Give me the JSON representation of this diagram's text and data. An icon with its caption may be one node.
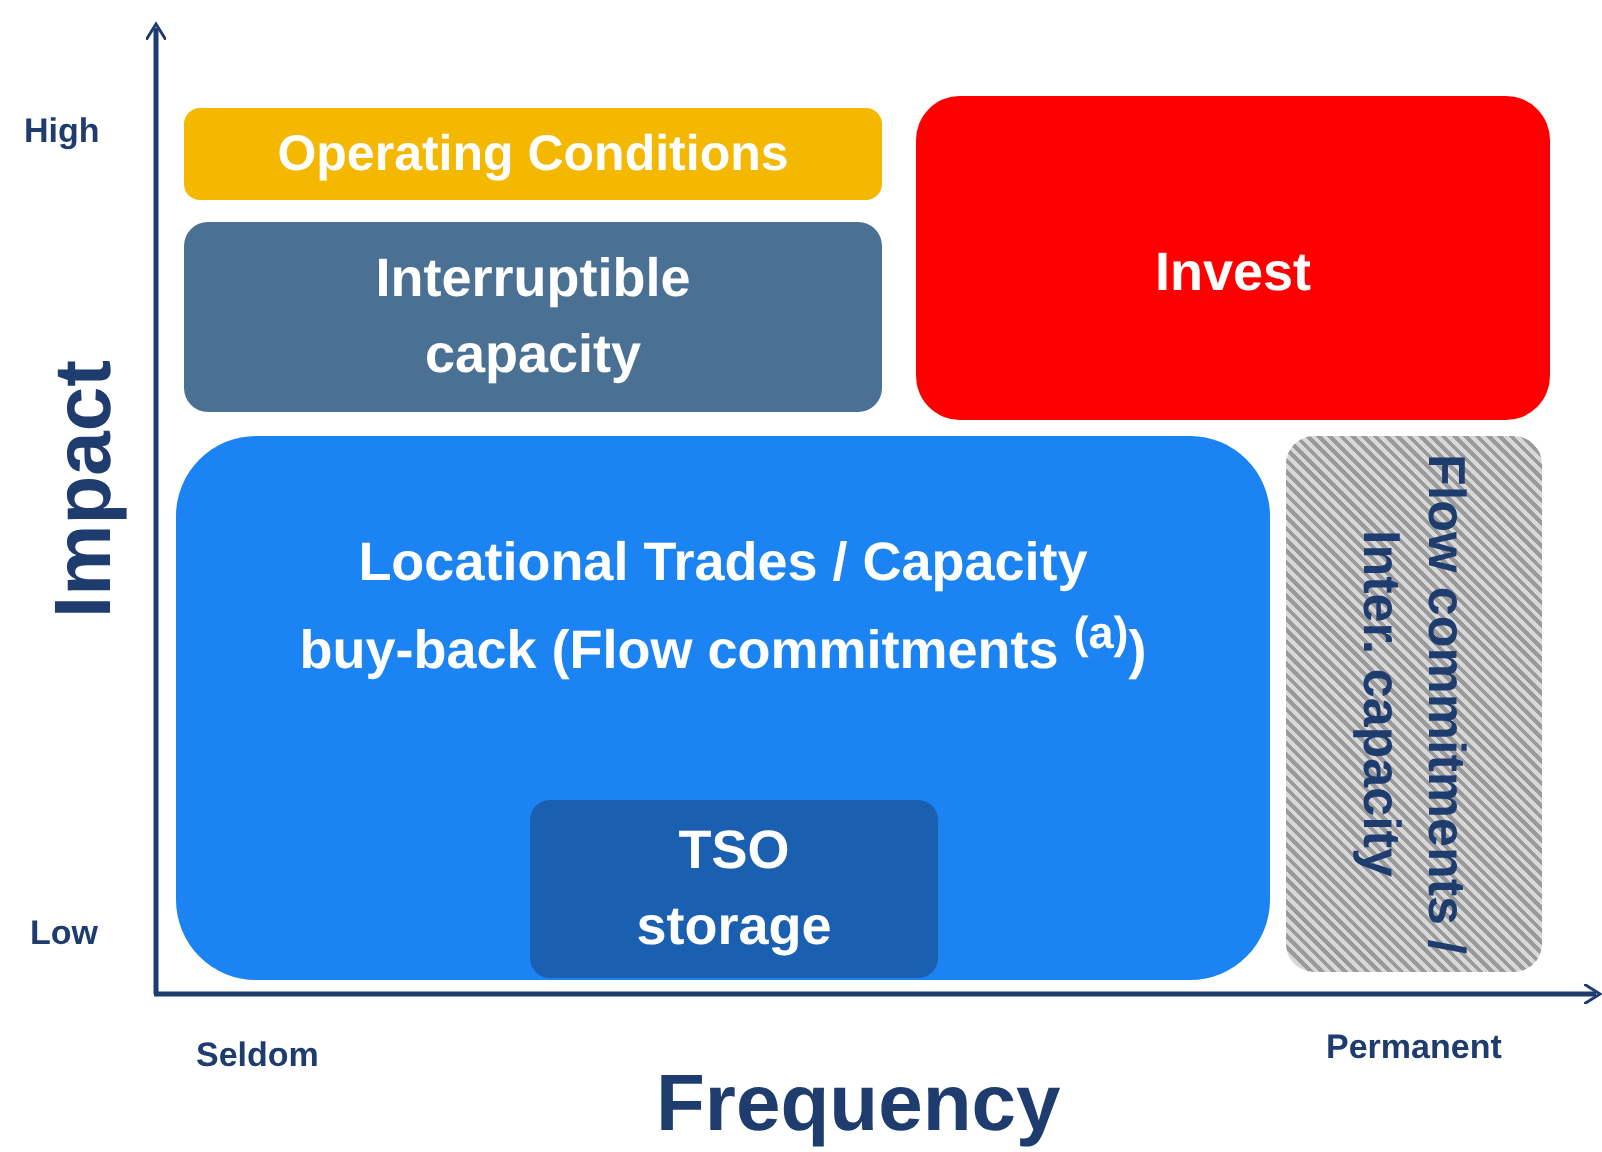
{
  "diagram": {
    "nodes": [
      {
        "text": [
          "Operating Conditions"
        ]
      },
      {
        "text": [
          "Interruptible capacity"
        ]
      },
      {
        "text": [
          "Invest"
        ]
      },
      {
        "text": [
          "Locational  Trades / Capacity buy-back (Flow commitments $^{(a)}$)"
        ]
      },
      {
        "text": [
          "TSO storage"
        ],
        "in": 3
      },
      {
        "text": [
          "Flow commitments / Inter. capacity"
        ]
      }
    ],
    "labels": [
      "High",
      "Impact",
      "Low",
      "Seldom",
      "Permanent",
      "Frequency"
    ]
  }
}
